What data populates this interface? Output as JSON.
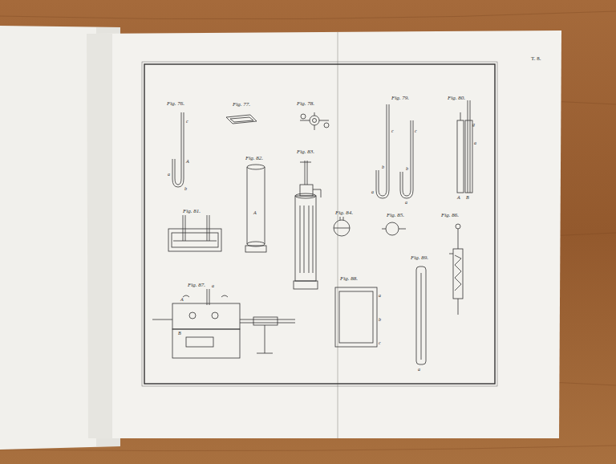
{
  "diagram": {
    "labels": [
      "T. 8.",
      "Fig. 76.",
      "Fig. 77.",
      "Fig. 78.",
      "Fig. 79.",
      "Fig. 80.",
      "Fig. 81.",
      "Fig. 82.",
      "Fig. 83.",
      "Fig. 84.",
      "Fig. 85.",
      "Fig. 86.",
      "Fig. 87.",
      "Fig. 88.",
      "Fig. 89.",
      "c",
      "A",
      "a",
      "b",
      "c",
      "b",
      "a",
      "c",
      "b",
      "a",
      "g",
      "a",
      "A",
      "B",
      "A",
      "A",
      "B",
      "a",
      "a",
      "b",
      "c",
      "a"
    ]
  }
}
